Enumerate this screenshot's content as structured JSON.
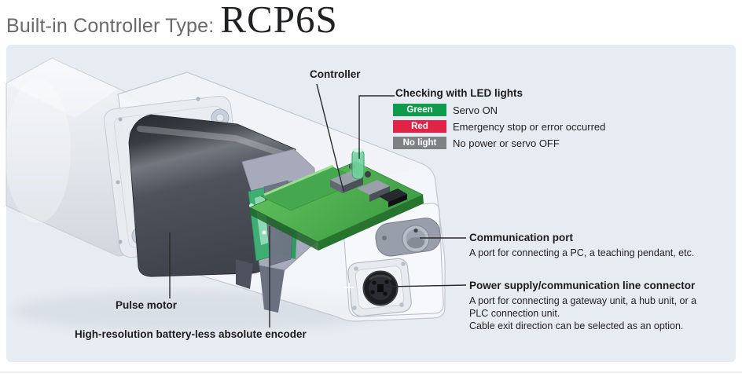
{
  "header": {
    "prefix": "Built-in Controller Type:",
    "model": "RCP6S"
  },
  "labels": {
    "controller": "Controller",
    "pulse_motor": "Pulse motor",
    "encoder": "High-resolution battery-less absolute encoder"
  },
  "led": {
    "title": "Checking with LED lights",
    "items": [
      {
        "badge": "Green",
        "color": "#0f9a4e",
        "text": "Servo ON"
      },
      {
        "badge": "Red",
        "color": "#e02347",
        "text": "Emergency stop or error occurred"
      },
      {
        "badge": "No light",
        "color": "#7e8184",
        "text": "No power or servo OFF"
      }
    ]
  },
  "callouts": {
    "comm": {
      "title": "Communication port",
      "body": "A port for connecting a PC, a teaching pendant, etc."
    },
    "power": {
      "title": "Power supply/communication line connector",
      "lines": [
        "A port for connecting a gateway unit, a hub unit, or a",
        "PLC connection unit.",
        "Cable exit direction can be selected as an option."
      ]
    }
  }
}
